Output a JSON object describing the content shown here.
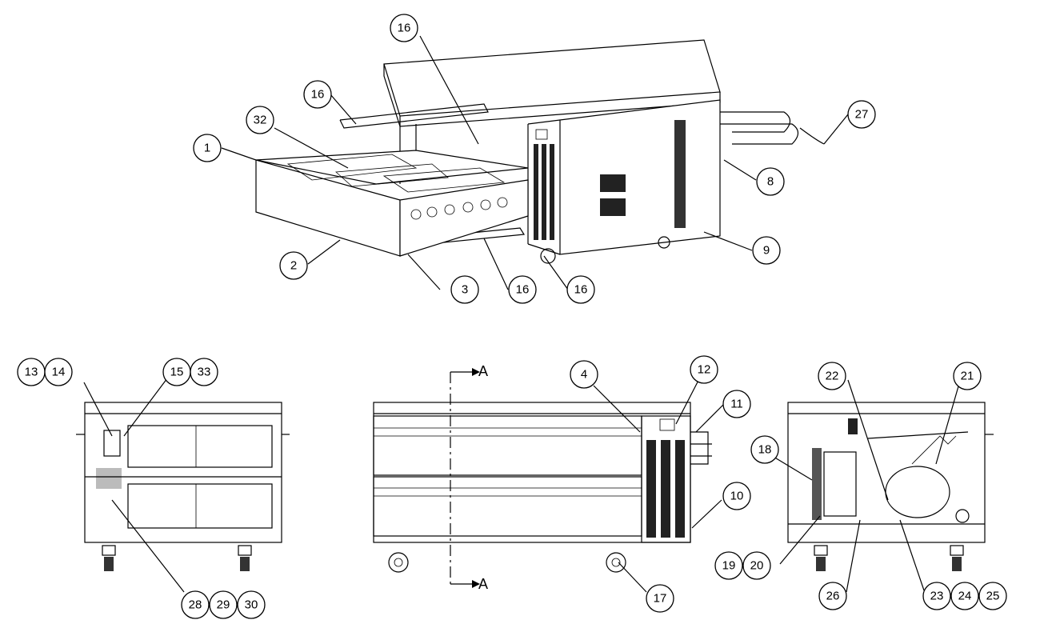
{
  "callouts": {
    "c1": "1",
    "c2": "2",
    "c3": "3",
    "c4": "4",
    "c8": "8",
    "c9": "9",
    "c10": "10",
    "c11": "11",
    "c12": "12",
    "c13": "13",
    "c14": "14",
    "c15": "15",
    "c33": "33",
    "c16a": "16",
    "c16b": "16",
    "c16c": "16",
    "c16d": "16",
    "c17": "17",
    "c18": "18",
    "c19": "19",
    "c20": "20",
    "c21": "21",
    "c22": "22",
    "c23": "23",
    "c24": "24",
    "c25": "25",
    "c26": "26",
    "c27": "27",
    "c28": "28",
    "c29": "29",
    "c30": "30",
    "c32": "32"
  },
  "section_labels": {
    "top": "A",
    "bottom": "A"
  }
}
